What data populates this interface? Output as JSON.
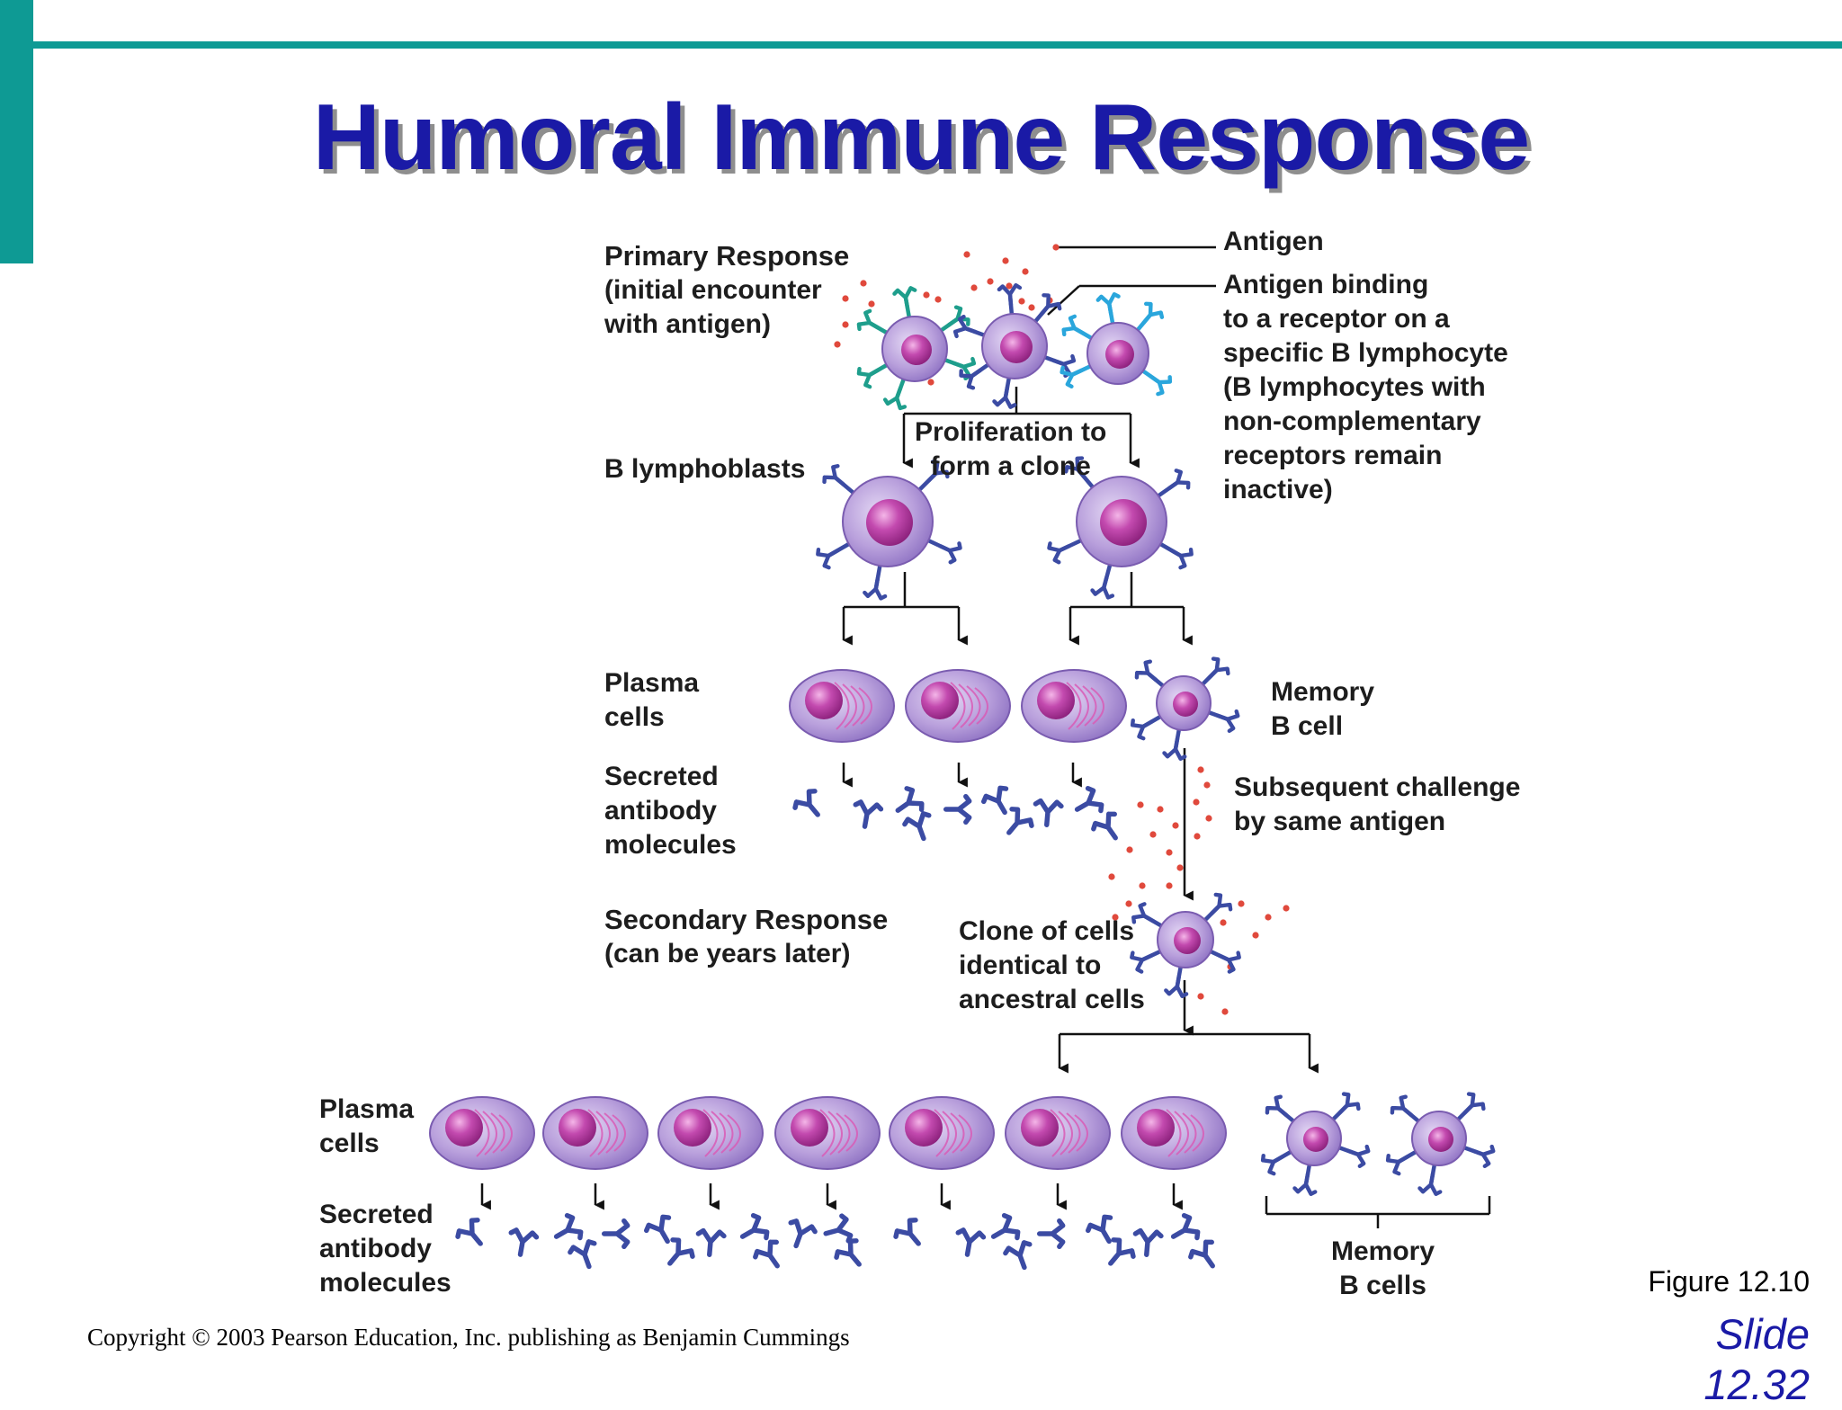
{
  "slide": {
    "title": "Humoral Immune Response",
    "figure_label": "Figure 12.10",
    "copyright": "Copyright © 2003 Pearson Education, Inc. publishing as Benjamin Cummings",
    "slide_number": "Slide\n12.32"
  },
  "colors": {
    "accent": "#0e9a94",
    "title": "#1a1aa6",
    "title_shadow": "#8e8e8e",
    "cell_body": "#b9a0dc",
    "nucleus": "#b2389f",
    "receptor_blue": "#3b4ba3",
    "receptor_teal": "#1e9e8c",
    "receptor_cyan": "#2aa6dc",
    "antigen": "#e0493c"
  },
  "labels": {
    "primary_response": "Primary Response",
    "primary_response_sub": "(initial encounter\nwith antigen)",
    "antigen": "Antigen",
    "antigen_binding": "Antigen binding\nto a receptor on a\nspecific B lymphocyte\n(B lymphocytes with\nnon-complementary\nreceptors remain\ninactive)",
    "proliferation": "Proliferation to\nform a clone",
    "b_lymphoblasts": "B lymphoblasts",
    "plasma_cells": "Plasma\ncells",
    "memory_b_cell": "Memory\nB cell",
    "secreted_antibody": "Secreted\nantibody\nmolecules",
    "subsequent_challenge": "Subsequent challenge\nby same antigen",
    "secondary_response": "Secondary Response",
    "secondary_response_sub": "(can be years later)",
    "clone_of_cells": "Clone of cells\nidentical to\nancestral cells",
    "plasma_cells_2": "Plasma\ncells",
    "secreted_antibody_2": "Secreted\nantibody\nmolecules",
    "memory_b_cells": "Memory\nB cells"
  }
}
